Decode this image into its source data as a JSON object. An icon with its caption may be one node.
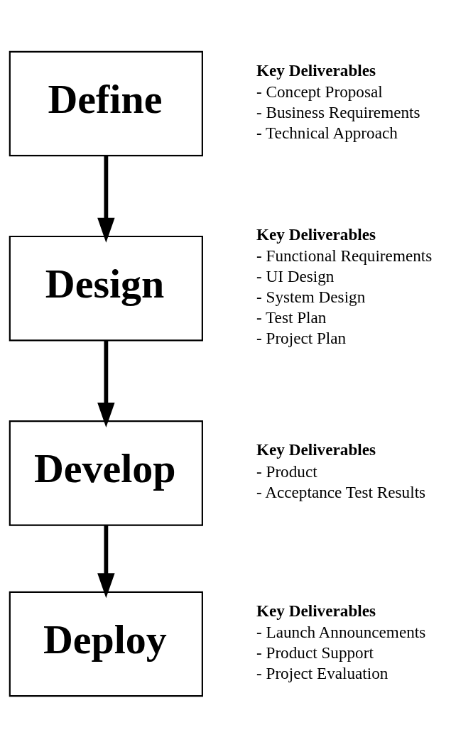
{
  "diagram": {
    "nodes": [
      {
        "text": [
          "Define"
        ],
        "beside": [
          "Key Deliverables",
          "- Concept Proposal",
          "- Business Requirements",
          "- Technical Approach"
        ]
      },
      {
        "text": [
          "Design"
        ],
        "beside": [
          "Key Deliverables",
          "- Functional Requirements",
          "- UI Design",
          "- System Design",
          "- Test Plan",
          "- Project Plan"
        ]
      },
      {
        "text": [
          "Develop"
        ],
        "beside": [
          "Key Deliverables",
          "- Product",
          "- Acceptance Test Results"
        ]
      },
      {
        "text": [
          "Deploy"
        ],
        "beside": [
          "Key Deliverables",
          "- Launch Announcements",
          "- Product Support",
          "- Project Evaluation"
        ]
      }
    ],
    "edges": [
      {
        "from": 0,
        "to": 1,
        "arrow": "to"
      },
      {
        "from": 1,
        "to": 2,
        "arrow": "to"
      },
      {
        "from": 2,
        "to": 3,
        "arrow": "to"
      }
    ]
  }
}
